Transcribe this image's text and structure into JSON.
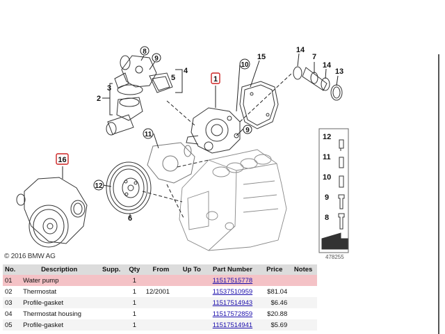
{
  "diagram": {
    "callouts": {
      "c8": "8",
      "c9a": "9",
      "c4": "4",
      "c5": "5",
      "c3": "3",
      "c2": "2",
      "c1": "1",
      "c10": "10",
      "c15": "15",
      "c14a": "14",
      "c7": "7",
      "c14b": "14",
      "c13": "13",
      "c11": "11",
      "c9b": "9",
      "c16": "16",
      "c12": "12",
      "c6": "6"
    },
    "legend_numbers": [
      "12",
      "11",
      "10",
      "9",
      "8"
    ],
    "copyright": "© 2016 BMW AG",
    "image_id": "478255"
  },
  "table": {
    "headers": {
      "no": "No.",
      "description": "Description",
      "supp": "Supp.",
      "qty": "Qty",
      "from": "From",
      "upto": "Up To",
      "part": "Part Number",
      "price": "Price",
      "notes": "Notes"
    },
    "rows": [
      {
        "no": "01",
        "description": "Water pump",
        "supp": "",
        "qty": "1",
        "from": "",
        "upto": "",
        "part": "11517515778",
        "price": "",
        "notes": ""
      },
      {
        "no": "02",
        "description": "Thermostat",
        "supp": "",
        "qty": "1",
        "from": "12/2001",
        "upto": "",
        "part": "11537510959",
        "price": "$81.04",
        "notes": ""
      },
      {
        "no": "03",
        "description": "Profile-gasket",
        "supp": "",
        "qty": "1",
        "from": "",
        "upto": "",
        "part": "11517514943",
        "price": "$6.46",
        "notes": ""
      },
      {
        "no": "04",
        "description": "Thermostat housing",
        "supp": "",
        "qty": "1",
        "from": "",
        "upto": "",
        "part": "11517572859",
        "price": "$20.88",
        "notes": ""
      },
      {
        "no": "05",
        "description": "Profile-gasket",
        "supp": "",
        "qty": "1",
        "from": "",
        "upto": "",
        "part": "11517514941",
        "price": "$5.69",
        "notes": ""
      }
    ]
  },
  "colors": {
    "highlight_row": "#f4c2c6",
    "header_bg": "#dcdcdc",
    "link": "#1a0dab",
    "callout_highlight": "#cc2222"
  }
}
